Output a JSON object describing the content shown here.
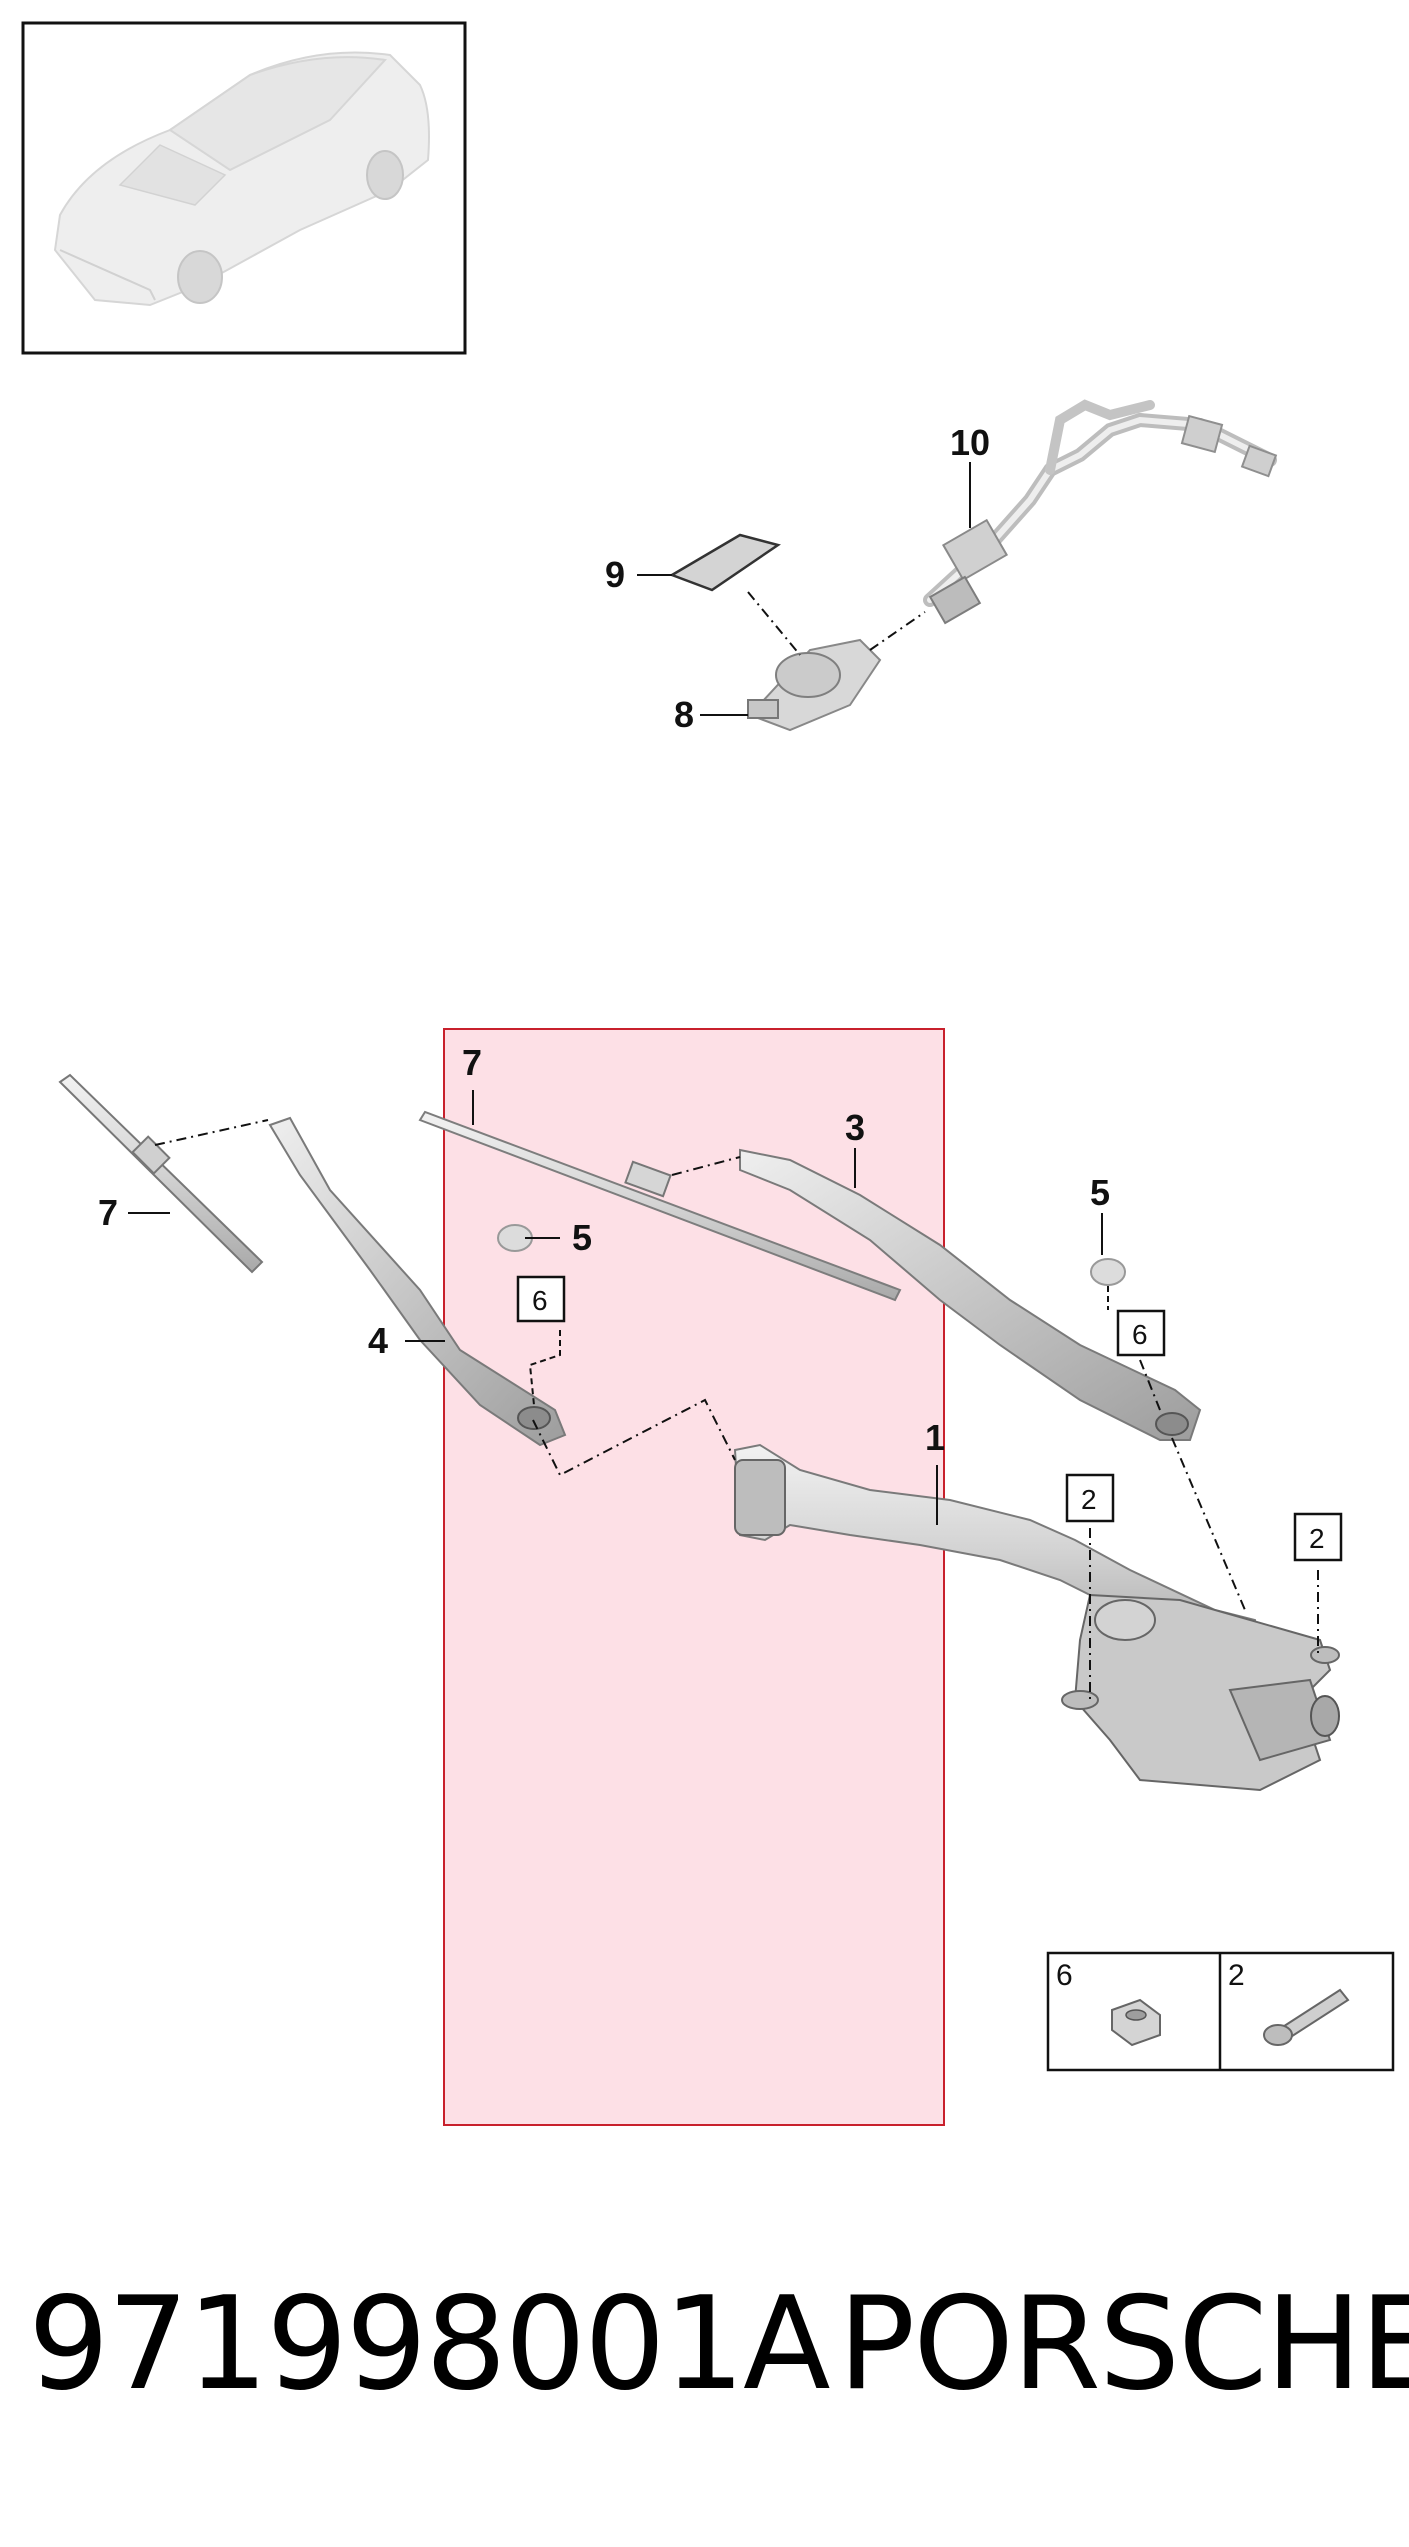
{
  "callouts": {
    "c1": "1",
    "c2a": "2",
    "c2b": "2",
    "c3": "3",
    "c4": "4",
    "c5a": "5",
    "c5b": "5",
    "c6a": "6",
    "c6b": "6",
    "c7a": "7",
    "c7b": "7",
    "c8": "8",
    "c9": "9",
    "c10": "10"
  },
  "legend": {
    "nut_label": "6",
    "bolt_label": "2"
  },
  "footer": {
    "part_number": "971998001A",
    "brand": "PORSCHE"
  },
  "colors": {
    "highlight_fill": "#fde0e6",
    "highlight_stroke": "#c8202c",
    "part_gray": "#d9d9d9",
    "line": "#111111"
  }
}
